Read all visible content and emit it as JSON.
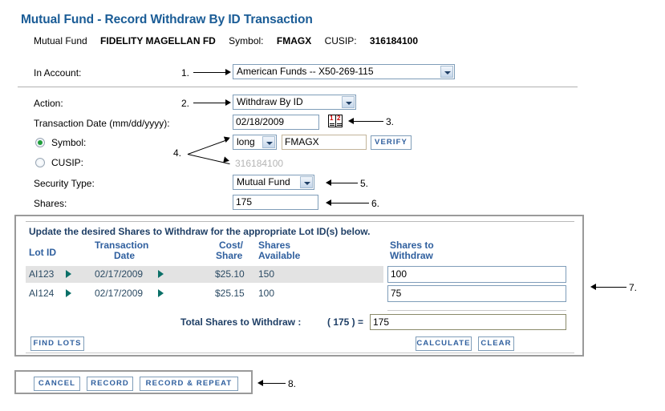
{
  "header": {
    "title": "Mutual Fund - Record Withdraw By ID Transaction",
    "fund_label": "Mutual Fund",
    "fund_name": "FIDELITY MAGELLAN FD",
    "symbol_label": "Symbol:",
    "symbol_value": "FMAGX",
    "cusip_label": "CUSIP:",
    "cusip_value": "316184100"
  },
  "form": {
    "account_label": "In Account:",
    "account_value": "American Funds -- X50-269-115",
    "action_label": "Action:",
    "action_value": "Withdraw By ID",
    "date_label": "Transaction Date (mm/dd/yyyy):",
    "date_value": "02/18/2009",
    "calendar_icon_digits_left": "1",
    "calendar_icon_digits_right": "2",
    "symbol_radio_label": "Symbol:",
    "cusip_radio_label": "CUSIP:",
    "position_value": "long",
    "symbol_input_value": "FMAGX",
    "verify_label": "VERIFY",
    "cusip_disabled_value": "316184100",
    "security_type_label": "Security Type:",
    "security_type_value": "Mutual Fund",
    "shares_label": "Shares:",
    "shares_value": "175"
  },
  "lot_panel": {
    "instruction": "Update the desired Shares to Withdraw for the appropriate Lot ID(s) below.",
    "columns": {
      "lot_id": "Lot ID",
      "transaction_date_line1": "Transaction",
      "transaction_date_line2": "Date",
      "cost_share_line1": "Cost/",
      "cost_share_line2": "Share",
      "shares_available_line1": "Shares",
      "shares_available_line2": "Available",
      "shares_to_withdraw_line1": "Shares to",
      "shares_to_withdraw_line2": "Withdraw"
    },
    "rows": [
      {
        "lot_id": "AI123",
        "date": "02/17/2009",
        "cost_share": "$25.10",
        "shares_available": "150",
        "shares_to_withdraw": "100"
      },
      {
        "lot_id": "AI124",
        "date": "02/17/2009",
        "cost_share": "$25.15",
        "shares_available": "100",
        "shares_to_withdraw": "75"
      }
    ],
    "total_label": "Total Shares to Withdraw :",
    "total_paren": "( 175 ) =",
    "total_value": "175",
    "find_lots_label": "FIND LOTS",
    "calculate_label": "CALCULATE",
    "clear_label": "CLEAR"
  },
  "bottom_buttons": {
    "cancel": "CANCEL",
    "record": "RECORD",
    "record_repeat": "RECORD & REPEAT"
  },
  "annotations": {
    "n1": "1.",
    "n2": "2.",
    "n3": "3.",
    "n4": "4.",
    "n5": "5.",
    "n6": "6.",
    "n7": "7.",
    "n8": "8."
  },
  "colors": {
    "title_blue": "#1a5c96",
    "header_blue": "#2f5f9e",
    "cell_text": "#2b4a63",
    "triangle_teal": "#0b7068",
    "row_alt_bg": "#e3e3e3",
    "panel_border": "#9a9a9a",
    "input_border": "#7f9db9"
  }
}
